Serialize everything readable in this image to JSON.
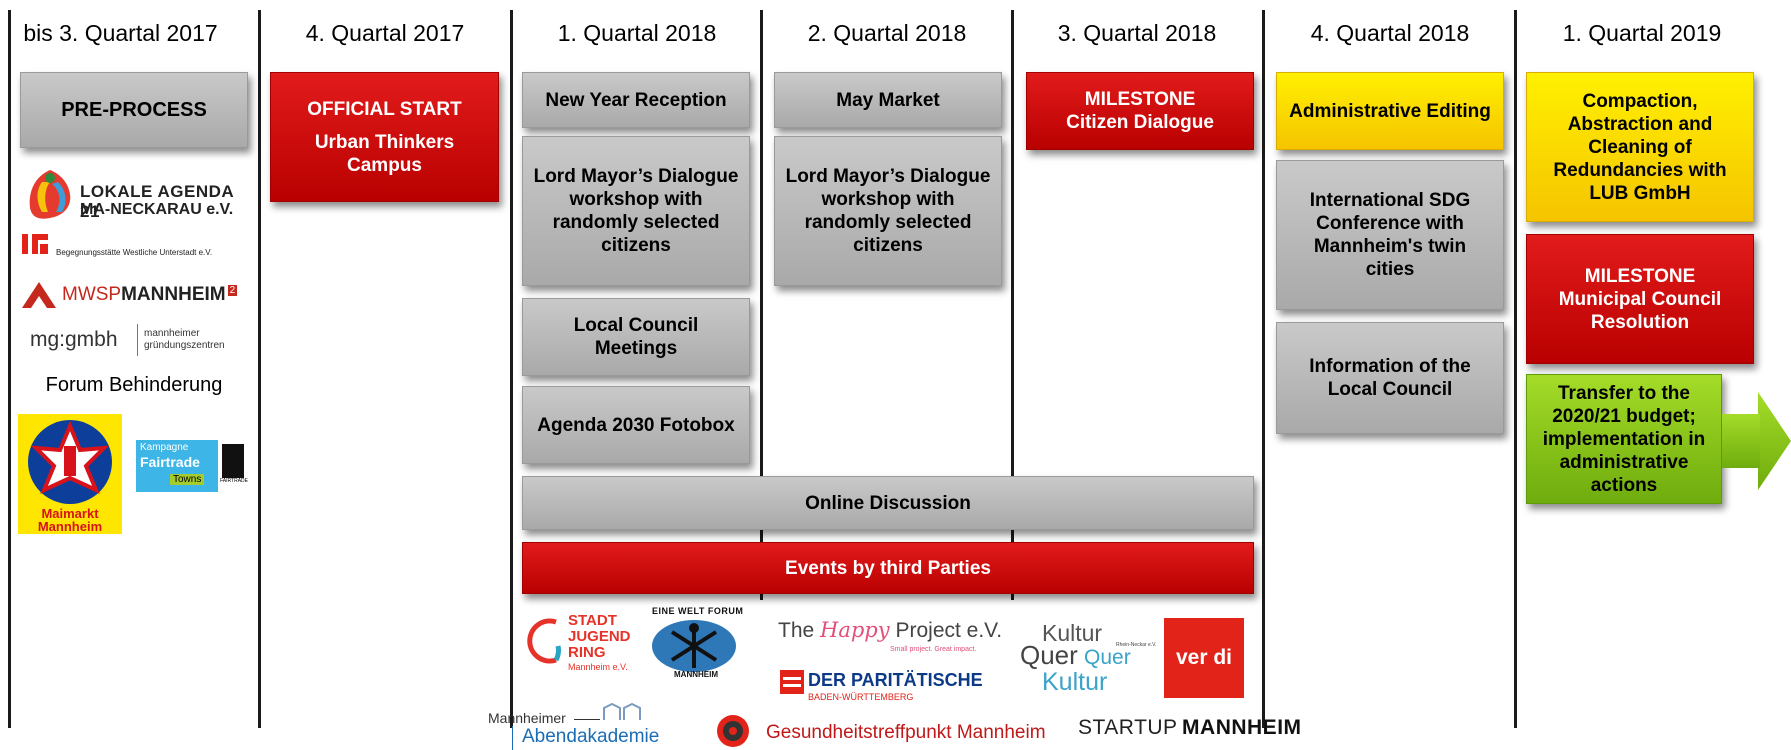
{
  "columns": [
    "bis 3. Quartal 2017",
    "4. Quartal 2017",
    "1. Quartal 2018",
    "2. Quartal 2018",
    "3. Quartal 2018",
    "4. Quartal 2018",
    "1. Quartal 2019"
  ],
  "boxes": {
    "pre_process": "PRE-PROCESS",
    "official_start_1": "OFFICIAL START",
    "official_start_2": "Urban Thinkers Campus",
    "new_year": "New Year Reception",
    "may_market": "May Market",
    "milestone_citizen_1": "MILESTONE",
    "milestone_citizen_2": "Citizen Dialogue",
    "admin_editing": "Administrative Editing",
    "compaction": "Compaction, Abstraction and Cleaning of Redundancies with LUB GmbH",
    "lord_mayor_q1": "Lord Mayor’s Dialogue workshop with randomly selected citizens",
    "lord_mayor_q2": "Lord Mayor’s Dialogue workshop with randomly selected citizens",
    "sdg_conference": "International SDG Conference with Mannheim's twin cities",
    "milestone_council_1": "MILESTONE",
    "milestone_council_2": "Municipal Council Resolution",
    "local_council_meetings": "Local Council Meetings",
    "info_local_council": "Information of the Local Council",
    "transfer_budget": "Transfer to the 2020/21 budget; implementation in administrative actions",
    "agenda_fotobox": "Agenda 2030 Fotobox",
    "online_discussion": "Online Discussion",
    "events_third_parties": "Events by third Parties"
  },
  "partners": {
    "lokale_agenda_1": "LOKALE AGENDA 21",
    "lokale_agenda_2": "MA-NECKARAU e.V.",
    "begegnungsstaette": "Begegnungsstätte Westliche Unterstadt e.V.",
    "mwsp_1": "MWSP",
    "mwsp_2": "MANNHEIM",
    "mwsp_sup": "2",
    "mg_gmbh": "mg:gmbh",
    "mg_gmbh_sub1": "mannheimer",
    "mg_gmbh_sub2": "gründungszentren",
    "forum": "Forum Behinderung",
    "maimarkt_1": "Maimarkt",
    "maimarkt_2": "Mannheim",
    "fairtrade_1": "Kampagne",
    "fairtrade_2": "Fairtrade",
    "fairtrade_3": "Towns",
    "fairtrade_4": "FAIRTRADE",
    "stadt_1": "STADT",
    "stadt_2": "JUGEND",
    "stadt_3": "RING",
    "stadt_4": "Mannheim e.V.",
    "eine_welt_1": "EINE WELT FORUM",
    "eine_welt_2": "MANNHEIM",
    "happy_1": "The",
    "happy_2": "Happy",
    "happy_3": "Project e.V.",
    "happy_4": "Small project. Great impact.",
    "paritaet_1": "DER PARITÄTISCHE",
    "paritaet_2": "BADEN-WÜRTTEMBERG",
    "kultur_1": "Kultur",
    "kultur_2": "Quer",
    "kultur_3": "Quer",
    "kultur_4": "Kultur",
    "kultur_5": "Rhein-Neckar e.V.",
    "verdi": "ver di",
    "abend_1": "Mannheimer",
    "abend_2": "Abendakademie",
    "gesundheit": "Gesundheitstreffpunkt Mannheim",
    "startup_1": "STARTUP",
    "startup_2": "MANNHEIM"
  },
  "colors": {
    "gray": "#b8b8b8",
    "red": "#d40000",
    "yellow": "#ffd200",
    "green": "#8cc819",
    "arrow": "#7fc41e"
  }
}
